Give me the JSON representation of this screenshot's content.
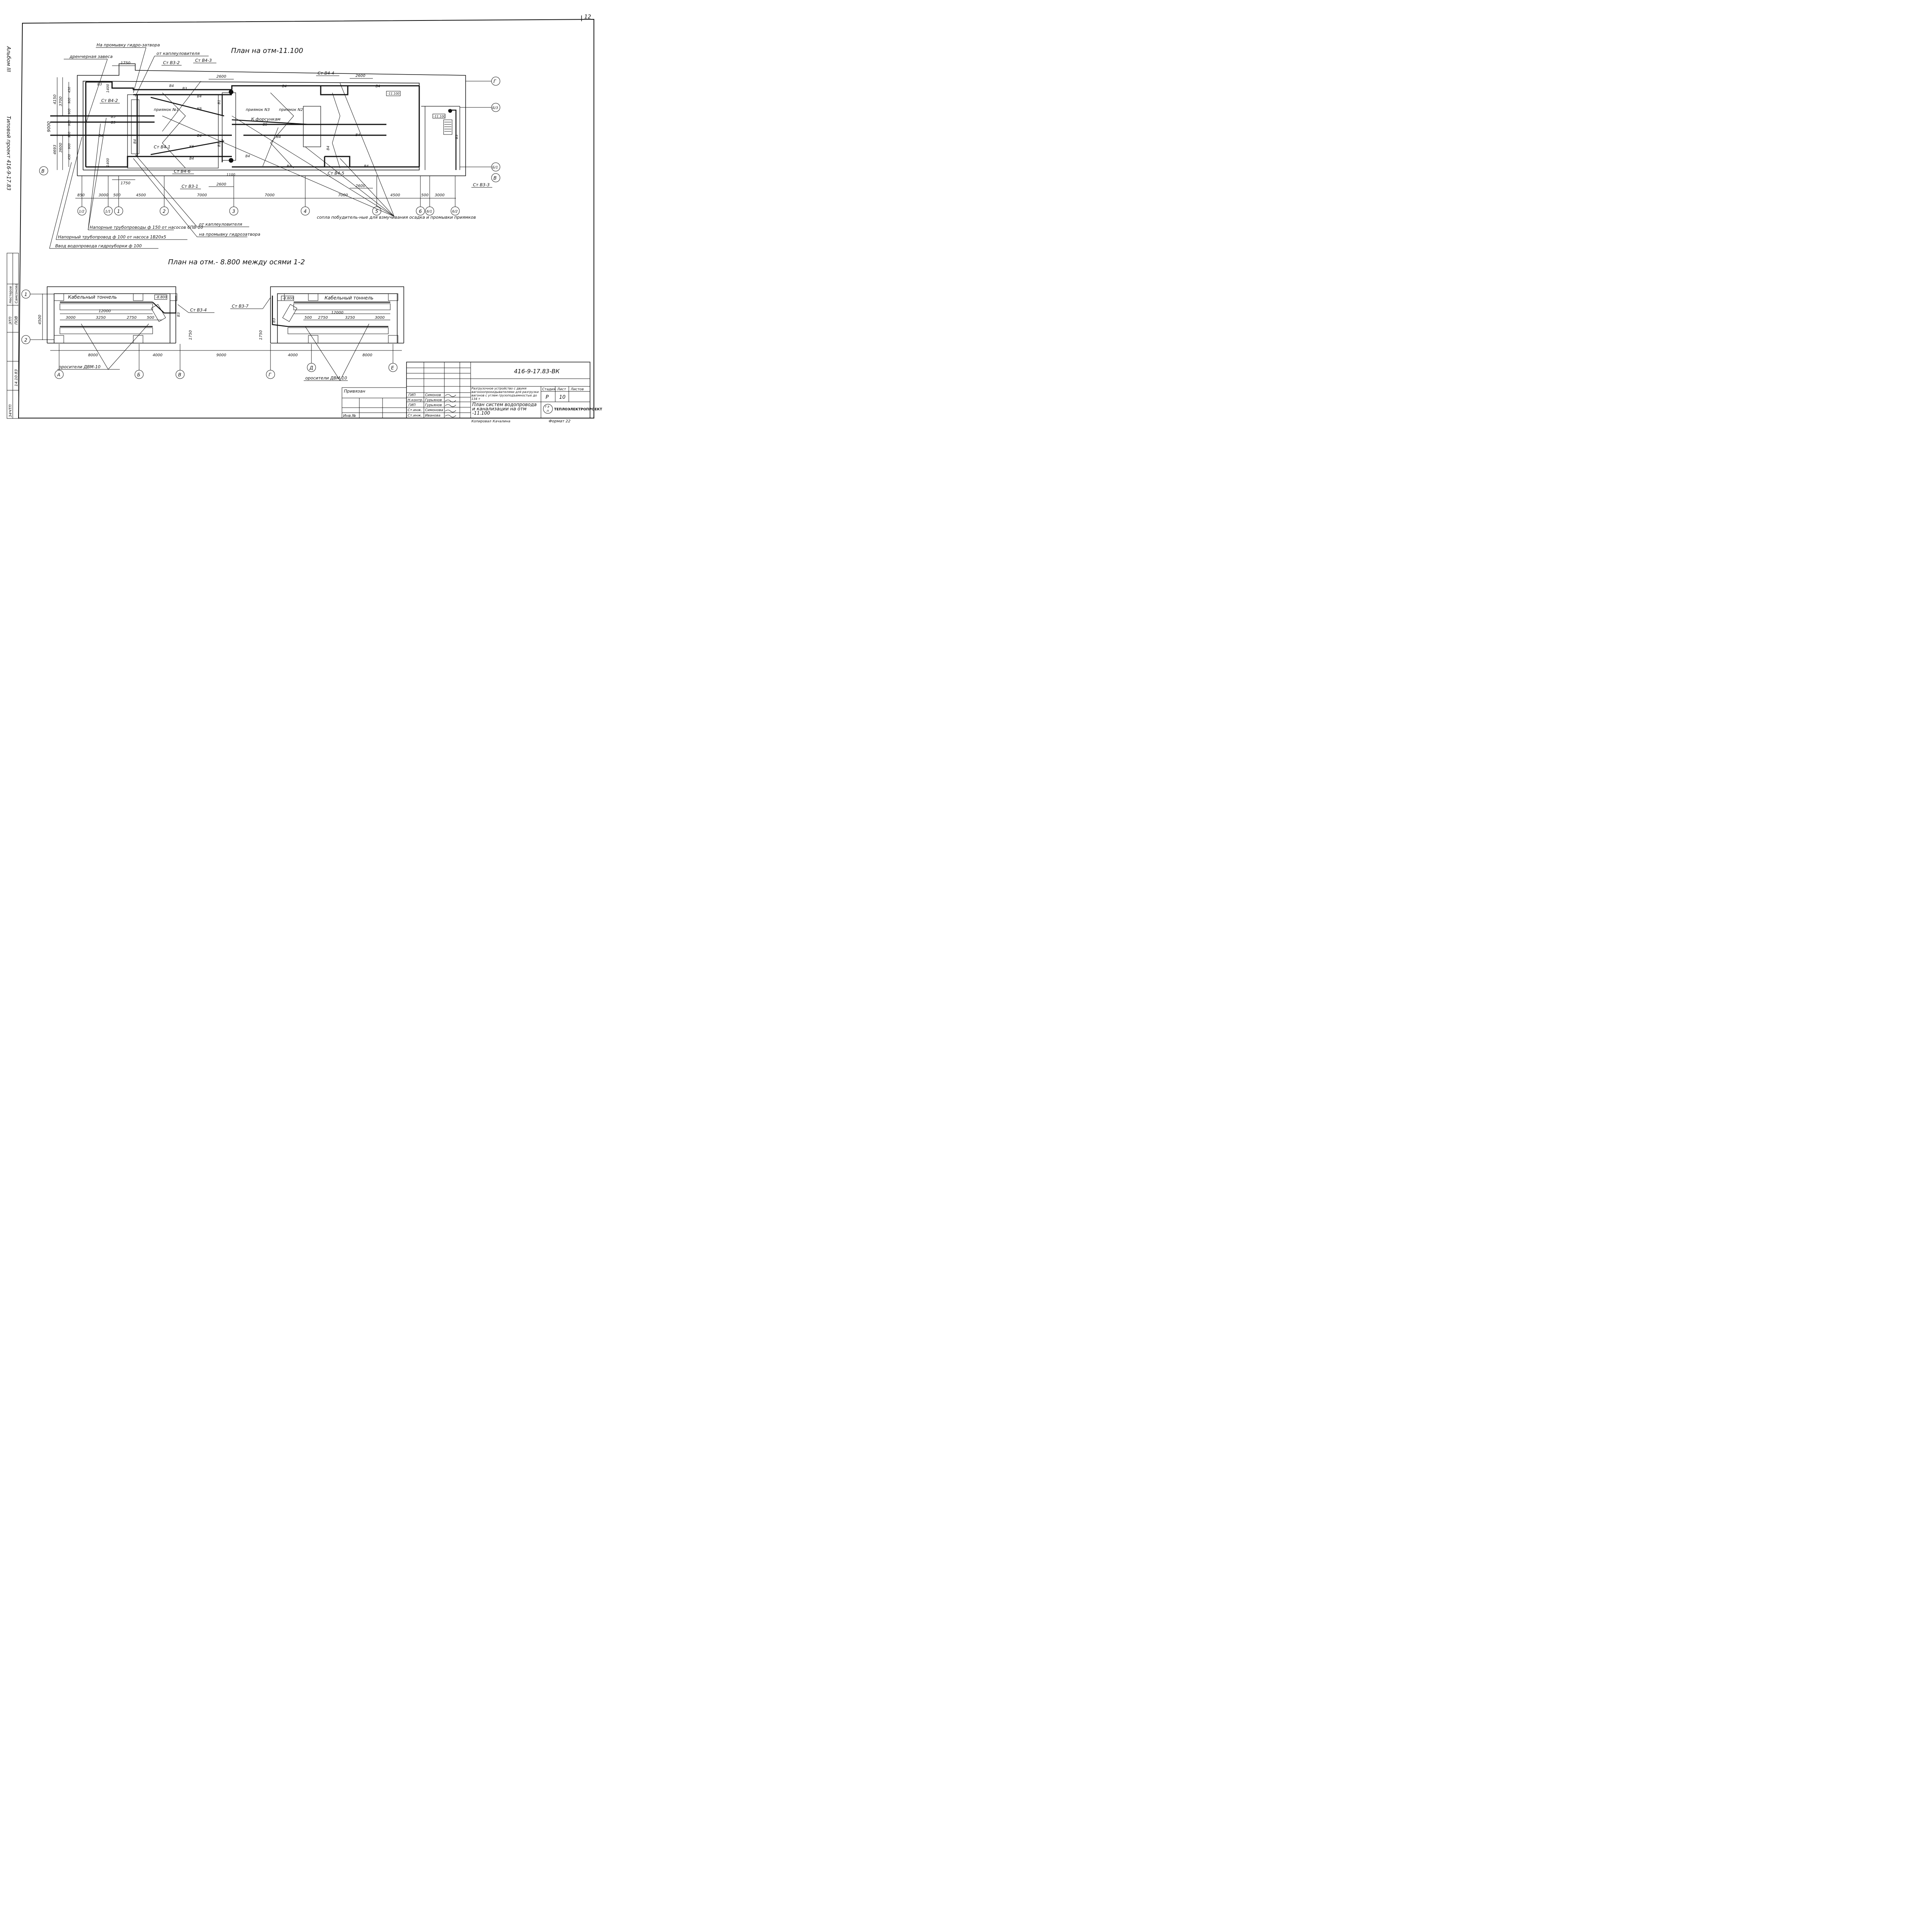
{
  "sheet_number": "12",
  "album_label": "Альбом III",
  "project_label": "Типовой проект 416-9-17.83",
  "top_plan": {
    "title": "План на отм-11.100",
    "labels": {
      "promyvka_gidrozatvora": "На промывку гидро-затвора",
      "drenazh_zavesa": "дренчерная завеса",
      "ot_kapleulovitelya_top": "от каплеуловителя",
      "st_v3_2": "Ст В3-2",
      "st_v4_3": "Ст В4-3",
      "st_v4_4": "Ст В4-4",
      "st_v4_2": "Ст В4-2",
      "st_v4_1": "Ст В4-1",
      "st_v4_6": "Ст В4-6",
      "st_v4_5": "Ст В4-5",
      "st_v3_1": "Ст В3-1",
      "st_v3_3": "Ст В3-3",
      "priyamok_1": "приямок №1",
      "priyamok_3": "приямок N3",
      "priyamok_2": "приямок N2",
      "k_forsunkam": "К форсункам",
      "level_a": "-11.100",
      "level_b": "-11.100"
    },
    "pipes": {
      "b3": "В3",
      "b4": "В4",
      "b5": "В5",
      "b1": "В1",
      "k6": "К6"
    },
    "dims": {
      "d1750_top": "1750",
      "d2600_a": "2600",
      "d2600_b": "2600",
      "d4150": "4150",
      "d3700": "3700",
      "d9000": "9000",
      "d4693": "4693",
      "d3600": "3600",
      "d1400_a": "1400",
      "d1400_b": "1400",
      "d1750_bot": "1750",
      "d1100": "1100",
      "d2600_c": "2600",
      "d2600_d": "2600",
      "d450_a": "450",
      "d900_a": "900",
      "d900_b": "900",
      "d900_c": "900",
      "d900_d": "900",
      "d900_e": "900",
      "d450_b": "450",
      "d850": "850",
      "d3000_a": "3000",
      "d500_a": "500",
      "d4500_a": "4500",
      "d7000_a": "7000",
      "d7000_b": "7000",
      "d7000_c": "7000",
      "d4500_b": "4500",
      "d500_b": "500",
      "d3000_b": "3000"
    },
    "axes": {
      "g": "Г",
      "v": "В",
      "v_right": "В",
      "b3_right": "Б/3",
      "b1_right": "Б/1",
      "a1_2": "1/2",
      "a1_1": "1/1",
      "a1": "1",
      "a2": "2",
      "a3": "3",
      "a4": "4",
      "a5": "5",
      "a6": "6",
      "a6_1": "6/1",
      "a6_2": "6/2"
    },
    "notes": {
      "ot_kapleulovitelya": "от каплеуловителя",
      "na_promyvku": "на промывку гидрозатвора",
      "sopla": "сопла побудитель-ные для взмучивания осадка и промывки приямков",
      "napornye": "Напорные трубопроводы ф 150 от насосов 6ПВ-10",
      "napornyi": "Напорный трубопровод ф 100 от насоса 1В20х5",
      "vvod": "Ввод водопровода гидроуборки ф 100"
    }
  },
  "bottom_plan": {
    "title": "План на отм.- 8.800 между осями 1-2",
    "labels": {
      "kabel_tunnel_left": "Кабельный тоннель",
      "kabel_tunnel_right": "Кабельный тоннель",
      "level_left": "-8.800",
      "level_right": "-8.800",
      "st_v3_4": "Ст В3-4",
      "st_v3_7": "Ст В3-7",
      "b3_left": "В3",
      "b3_right": "В3",
      "orositeli_left": "оросители ДВМ-10",
      "orositeli_right": "оросители ДВМ-10"
    },
    "dims": {
      "d4500": "4500",
      "d12000_a": "12000",
      "d12000_b": "12000",
      "d3000_a": "3000",
      "d3250_a": "3250",
      "d2750_a": "2750",
      "d500_a": "500",
      "d500_b": "500",
      "d2750_b": "2750",
      "d3250_b": "3250",
      "d3000_b": "3000",
      "d1750_a": "1750",
      "d1750_b": "1750",
      "d8000_a": "8000",
      "d4000_a": "4000",
      "d9000": "9000",
      "d4000_b": "4000",
      "d8000_b": "8000"
    },
    "axes": {
      "a1": "1",
      "a2": "2",
      "A": "А",
      "B": "Б",
      "V": "В",
      "G": "Г",
      "D": "Д",
      "E": "Е"
    }
  },
  "title_block": {
    "code": "416-9-17.83-ВК",
    "privyazan": "Привязан",
    "inv": "Инв.№",
    "roles": [
      "ГИП",
      "Н.контр.",
      "ГИП",
      "Ст.инж.",
      "Ст.инж."
    ],
    "names": [
      "Симонов",
      "Гурьянов",
      "Гурьянов",
      "Симонова",
      "Иванова"
    ],
    "description": "Разгрузочное устройство с двумя вагоноопрокидывателями для разгрузки вагонов с углем грузоподъемностью до 134 т",
    "sheet_title": "План систем водопровода и канализации на отм -11.100",
    "col_stage": "Стадия",
    "col_sheet": "Лист",
    "col_sheets": "Листов",
    "stage": "Р",
    "sheet": "10",
    "org": "ТЕПЛОЭЛЕКТРОПРОЕКТ",
    "copied": "Копировал",
    "copier": "Качалина",
    "format": "Формат 22"
  },
  "side_block": {
    "r1": "ЭТП",
    "r2": "ПОВ",
    "n1": "Нестеров",
    "n2": "Самсонова",
    "date": "14.10.83",
    "inv": "34ЧТП"
  }
}
